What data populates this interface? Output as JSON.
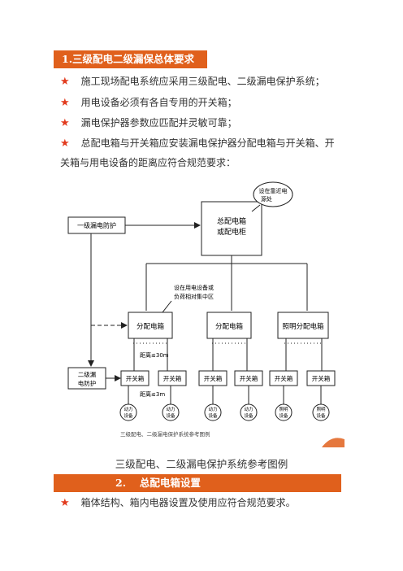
{
  "section1": {
    "title": "1.三级配电二级漏保总体要求",
    "bullets": [
      "施工现场配电系统应采用三级配电、二级漏电保护系统；",
      "用电设备必须有各自专用的开关箱；",
      "漏电保护器参数应匹配并灵敏可靠；",
      "总配电箱与开关箱应安装漏电保护器分配电箱与开关箱、开",
      "关箱与用电设备的距离应符合规范要求："
    ]
  },
  "diagram": {
    "main_box": [
      "总配电箱",
      "或配电柜"
    ],
    "callout_top": [
      "设在靠近电",
      "源处"
    ],
    "level1_protect": "一级漏电防护",
    "callout_mid": [
      "设在用电设备或",
      "负荷相对集中区"
    ],
    "dist_boxes": [
      "分配电箱",
      "分配电箱",
      "照明分配电箱"
    ],
    "level2_protect": [
      "二级漏",
      "电防护"
    ],
    "distance1": "距离≤30m",
    "distance2": "距离≤3m",
    "switch_box": "开关箱",
    "devices": [
      [
        "动力",
        "设备"
      ],
      [
        "动力",
        "设备"
      ],
      [
        "动力",
        "设备"
      ],
      [
        "动力",
        "设备"
      ],
      [
        "照明",
        "设备"
      ],
      [
        "照明",
        "设备"
      ]
    ],
    "inner_caption": "三级配电、二级漏电保护系统参考图例"
  },
  "caption": "三级配电、二级漏电保护系统参考图例",
  "section2": {
    "title": "2.　 总配电箱设置",
    "bullets": [
      "箱体结构、箱内电器设置及使用应符合规范要求。"
    ]
  }
}
